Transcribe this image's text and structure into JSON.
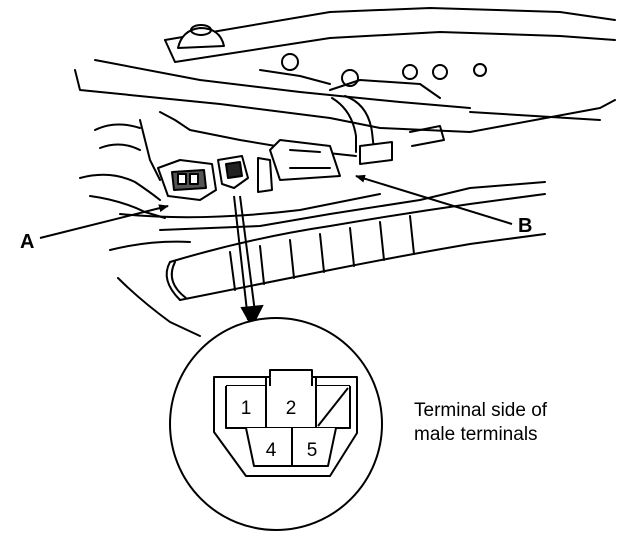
{
  "labels": {
    "callout_a": "A",
    "callout_b": "B",
    "caption_line1": "Terminal side of",
    "caption_line2": "male terminals"
  },
  "connector": {
    "pins": [
      "1",
      "2",
      "4",
      "5"
    ],
    "blank_cavity": "diagonal-slash"
  },
  "colors": {
    "ink": "#000000",
    "paper": "#ffffff"
  }
}
